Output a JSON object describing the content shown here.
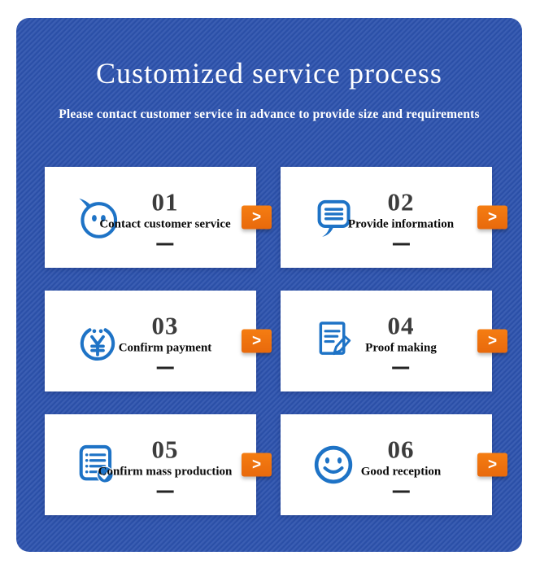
{
  "header": {
    "title": "Customized service process",
    "subtitle": "Please contact customer service in advance to provide size and requirements"
  },
  "steps": [
    {
      "number": "01",
      "label": "Contact customer service",
      "icon": "chat-face",
      "arrow": ">"
    },
    {
      "number": "02",
      "label": "Provide information",
      "icon": "message-lines",
      "arrow": ">"
    },
    {
      "number": "03",
      "label": "Confirm payment",
      "icon": "yen-coin",
      "arrow": ">"
    },
    {
      "number": "04",
      "label": "Proof making",
      "icon": "document-pencil",
      "arrow": ">"
    },
    {
      "number": "05",
      "label": "Confirm mass production",
      "icon": "checklist-check",
      "arrow": ">"
    },
    {
      "number": "06",
      "label": "Good reception",
      "icon": "smiley-face",
      "arrow": ">"
    }
  ],
  "colors": {
    "panel_blue": "#2c52ad",
    "card_white": "#ffffff",
    "accent_orange": "#f0700f",
    "icon_blue": "#1e73c6",
    "number_gray": "#3c3c3c",
    "text_black": "#0a0a0a"
  }
}
